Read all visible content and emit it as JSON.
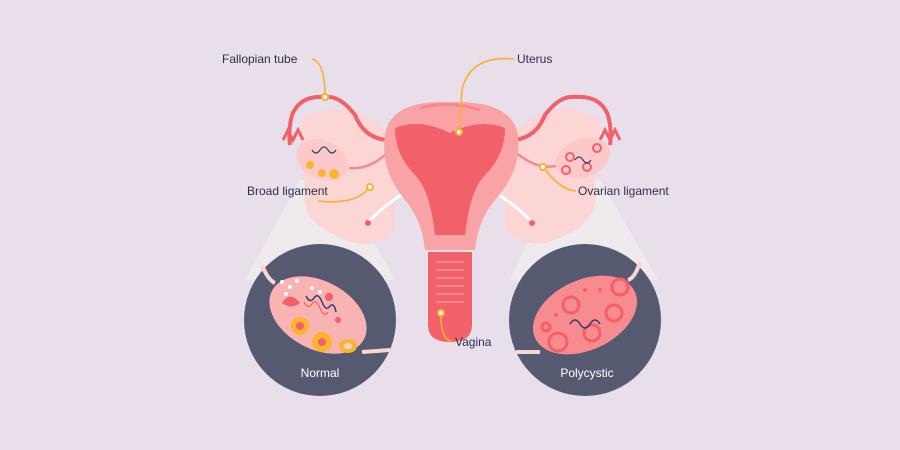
{
  "labels": {
    "fallopian_tube": "Fallopian tube",
    "uterus": "Uterus",
    "broad_ligament": "Broad ligament",
    "ovarian_ligament": "Ovarian ligament",
    "vagina": "Vagina"
  },
  "insets": {
    "normal": "Normal",
    "polycystic": "Polycystic"
  },
  "colors": {
    "background": "#e9dfeb",
    "tissue": "#f2606a",
    "tissue_light": "#f9b3b3",
    "ligament": "#fbd6d4",
    "leader": "#f7b12f",
    "inset_bg": "#565a70",
    "follicle": "#f9b52f",
    "vessel": "#2f3e6b"
  }
}
